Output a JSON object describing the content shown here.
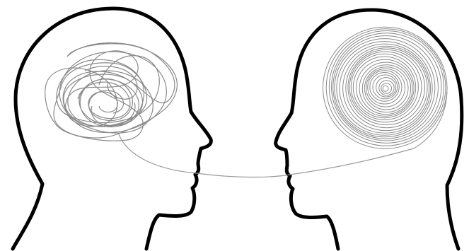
{
  "illustration": {
    "left_head": {
      "icon": "head-profile-facing-right",
      "thought_pattern": "tangled-scribble"
    },
    "right_head": {
      "icon": "head-profile-facing-left",
      "thought_pattern": "concentric-spiral"
    },
    "connector": "thin-line-mouth-to-mouth"
  },
  "colors": {
    "background": "#ffffff",
    "outline": "#000000",
    "scribble": "#8a8a8a",
    "spiral": "#8a8a8a",
    "connector": "#9a9a9a"
  }
}
